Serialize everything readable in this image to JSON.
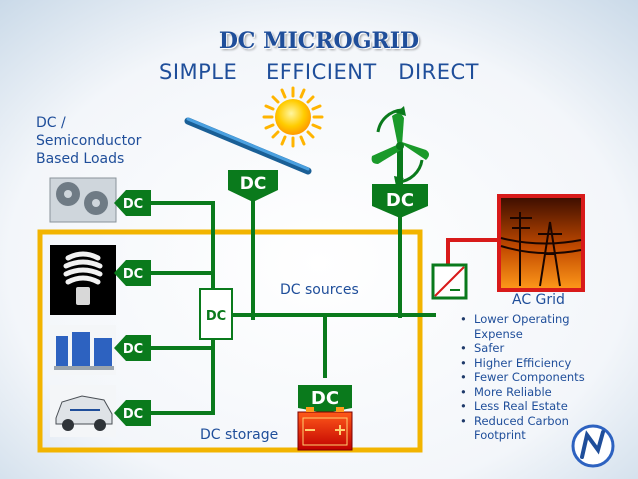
{
  "title": "DC MICROGRID",
  "subtitle": "SIMPLE    EFFICIENT   DIRECT",
  "loads_label": "DC /\nSemiconductor\nBased Loads",
  "labels": {
    "dc_sources": "DC sources",
    "dc_storage": "DC storage",
    "ac_grid": "AC  Grid"
  },
  "converters": {
    "solar": "DC",
    "wind": "DC",
    "storage": "DC",
    "hub": "DC",
    "load1": "DC",
    "load2": "DC",
    "load3": "DC",
    "load4": "DC"
  },
  "benefits": [
    "Lower Operating Expense",
    "Safer",
    "Higher Efficiency",
    "Fewer Components",
    "More Reliable",
    "Less Real Estate",
    "Reduced Carbon Footprint"
  ],
  "colors": {
    "title_blue": "#1f4e9a",
    "dc_green": "#0a7a1c",
    "bus_yellow": "#f2b400",
    "ac_red": "#d81a1a",
    "solar_panel": "#2f86c6",
    "sun": "#ffb400"
  },
  "icons": [
    "sun-icon",
    "wind-turbine-icon",
    "solar-panel-icon",
    "battery-icon",
    "fan-load-icon",
    "lamp-load-icon",
    "computer-load-icon",
    "ev-load-icon",
    "power-lines-icon",
    "inverter-icon",
    "company-logo-icon"
  ]
}
